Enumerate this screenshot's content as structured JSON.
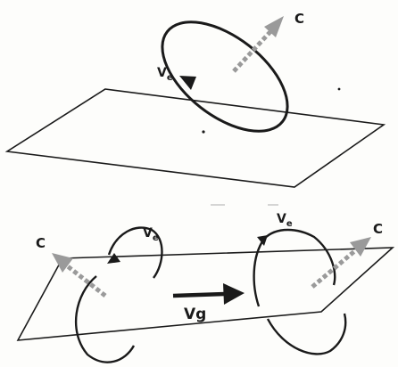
{
  "colors": {
    "ink": "#1a1a1a",
    "vector_gray": "#9a9a9a",
    "background": "#fdfdfb"
  },
  "top_panel": {
    "c_label": "C",
    "v_label_main": "V",
    "v_label_sub": "e"
  },
  "bottom_panel": {
    "left_c_label": "C",
    "left_v_main": "V",
    "left_v_sub": "e",
    "motion_label": "Vg",
    "right_c_label": "C",
    "right_v_main": "V",
    "right_v_sub": "e"
  }
}
